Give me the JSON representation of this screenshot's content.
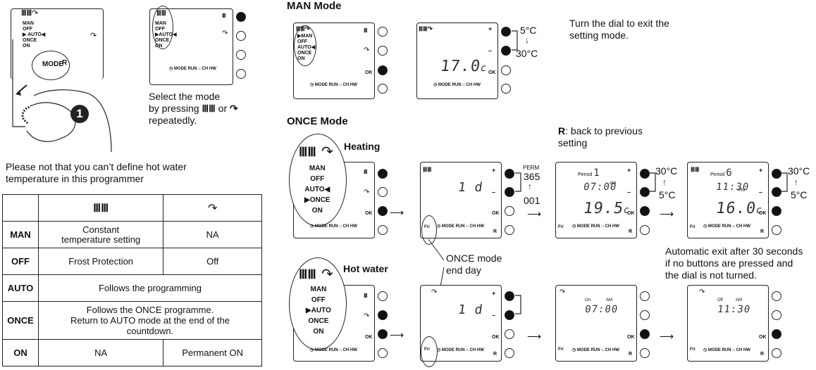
{
  "intro": {
    "select_caption": [
      "Select the mode",
      "by pressing   or",
      "repeatedly."
    ],
    "dial_label": "MODE",
    "dial_r": "R",
    "step_number": "1",
    "note": [
      "Please not that you can’t define hot water",
      "temperature in this programmer"
    ]
  },
  "menu_items": [
    "MAN",
    "OFF",
    "AUTO",
    "ONCE",
    "ON"
  ],
  "table": {
    "rows": [
      {
        "mode": "MAN",
        "heating": "Constant\ntemperature setting",
        "water": "NA"
      },
      {
        "mode": "OFF",
        "heating": "Frost Protection",
        "water": "Off"
      },
      {
        "mode": "AUTO",
        "span": "Follows the programming"
      },
      {
        "mode": "ONCE",
        "span": "Follows the ONCE programme.\nReturn to AUTO mode at the end of the\ncountdown."
      },
      {
        "mode": "ON",
        "heating": "NA",
        "water": "Permanent ON"
      }
    ]
  },
  "man_mode": {
    "title": "MAN Mode",
    "display": "17.0",
    "unit": "c",
    "temp_hi": "5°C",
    "temp_lo": "30°C",
    "exit_text": [
      "Turn the dial to exit the",
      "setting mode."
    ]
  },
  "once_mode": {
    "title": "ONCE Mode",
    "heating_label": "Heating",
    "hotwater_label": "Hot water",
    "r_text": [
      "R: back to previous",
      "setting"
    ],
    "end_day_label": [
      "ONCE mode",
      "end day"
    ],
    "auto_exit": [
      "Automatic exit after 30 seconds",
      "if no buttons are pressed and",
      "the dial is not turned."
    ],
    "perm_label": "PERM",
    "perm_hi": "365",
    "perm_lo": "001",
    "days_display": "1 d",
    "period_label": "Period",
    "period_1": "1",
    "period_2": "6",
    "time_1": "07:00",
    "time_2": "11:30",
    "am": "AM",
    "pm": "PM",
    "temp_1": "19.5",
    "temp_2": "16.0",
    "unit": "c",
    "hw_on_label": "On",
    "hw_off_label": "Off",
    "hw_on_time": "07:00",
    "hw_off_time": "11:30",
    "range_hi": "30°C",
    "range_lo": "5°C",
    "day": "Fri"
  },
  "device_foot": [
    "MODE",
    "RUN",
    "CH",
    "HW"
  ],
  "ok_label": "OK",
  "r_label": "R",
  "plus": "+",
  "minus": "–"
}
